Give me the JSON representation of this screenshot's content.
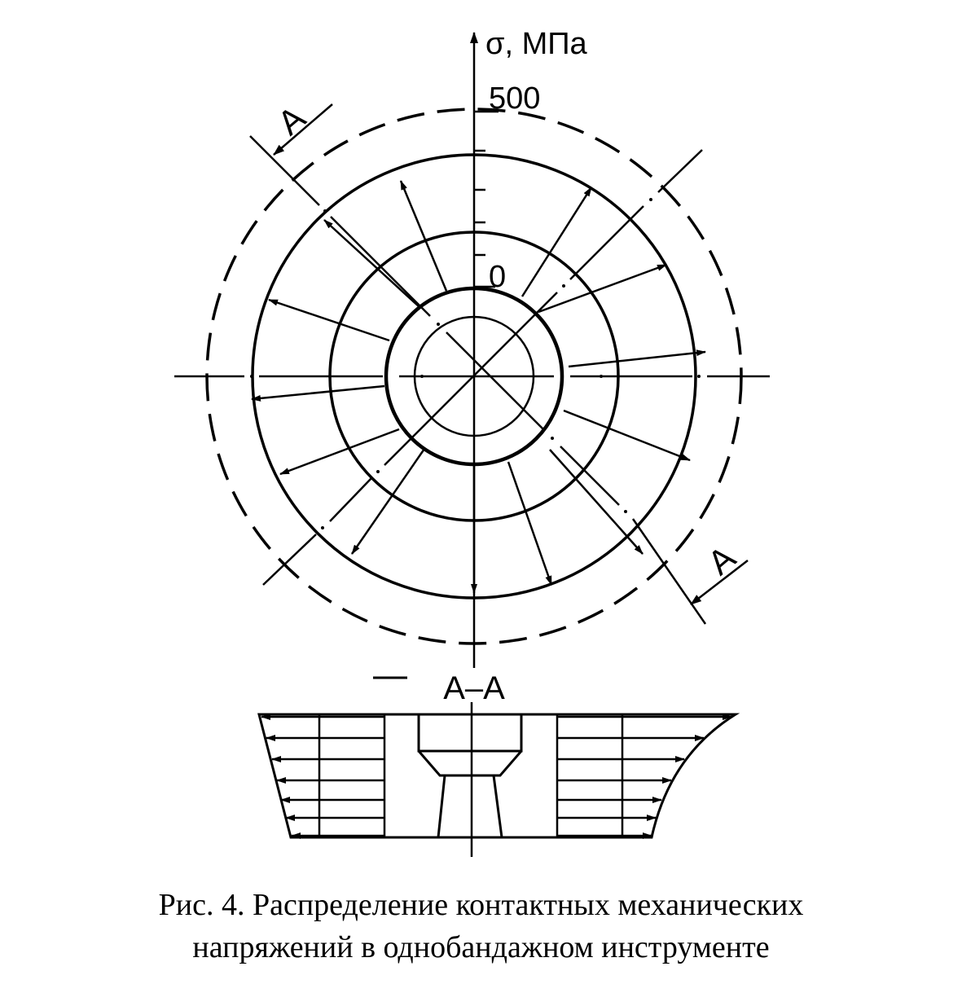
{
  "axis": {
    "label": "σ, МПа",
    "tick_top": "500",
    "tick_zero": "0"
  },
  "section": {
    "mark_upper": "A",
    "mark_lower": "A",
    "title": "A–A"
  },
  "caption": {
    "line1": "Рис. 4. Распределение контактных механических",
    "line2": "напряжений в однобандажном инструменте"
  }
}
